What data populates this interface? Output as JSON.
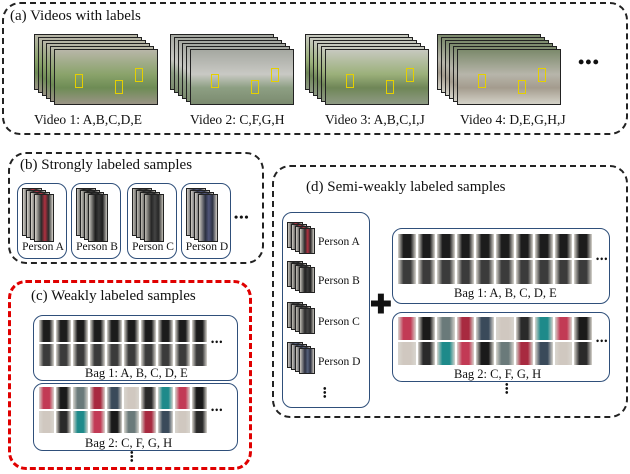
{
  "panel_a": {
    "title": "(a) Videos with labels",
    "videos": [
      {
        "label": "Video 1: A,B,C,D,E"
      },
      {
        "label": "Video 2: C,F,G,H"
      },
      {
        "label": "Video 3: A,B,C,I,J"
      },
      {
        "label": "Video 4: D,E,G,H,J"
      }
    ],
    "more": "•••"
  },
  "panel_b": {
    "title": "(b) Strongly labeled samples",
    "persons": [
      "Person A",
      "Person B",
      "Person C",
      "Person D"
    ],
    "more": "•••"
  },
  "panel_c": {
    "title": "(c) Weakly labeled samples",
    "bags": [
      "Bag 1: A, B, C, D, E",
      "Bag 2: C, F, G, H"
    ],
    "more": "•••"
  },
  "panel_d": {
    "title": "(d) Semi-weakly labeled samples",
    "persons": [
      "Person A",
      "Person B",
      "Person C",
      "Person D"
    ],
    "plus": "✚",
    "bags": [
      "Bag 1: A, B, C, D, E",
      "Bag 2: C, F, G, H"
    ],
    "more": "•••"
  },
  "colors": {
    "panel_border": "#222222",
    "highlight_border": "#e00000",
    "box_border": "#2f4f7a"
  }
}
